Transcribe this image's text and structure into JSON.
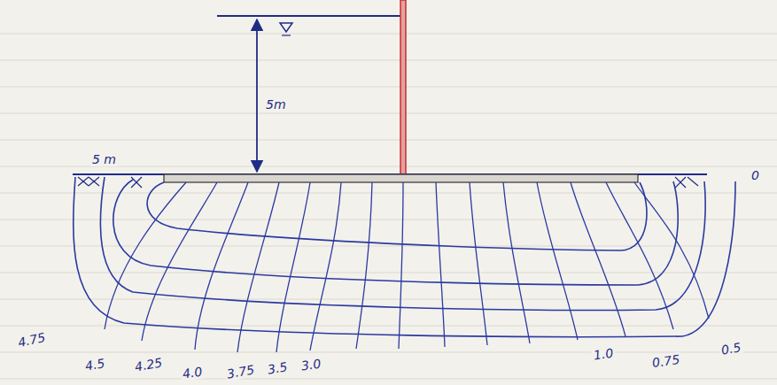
{
  "diagram": {
    "labels": [
      "5m",
      "5 m",
      "0",
      "4.75",
      "4.5",
      "4.25",
      "4.0",
      "3.75",
      "3.5",
      "3.0",
      "1.0",
      "0.75",
      "0.5"
    ]
  }
}
